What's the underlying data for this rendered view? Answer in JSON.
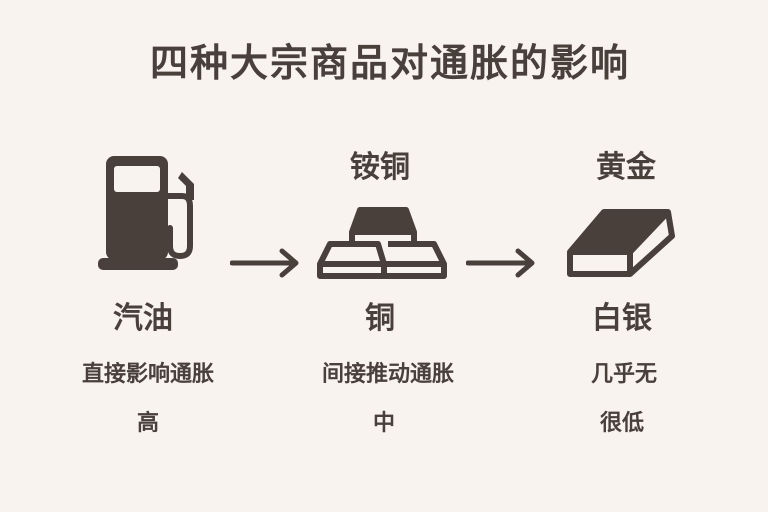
{
  "title": "四种大宗商品对通胀的影响",
  "commodities": [
    {
      "name": "汽油",
      "top_name": "",
      "icon": "fuel-pump-icon",
      "effect": "直接影响通胀",
      "level": "高"
    },
    {
      "name": "铜",
      "top_name": "铵铜",
      "icon": "stacked-ingots-icon",
      "effect": "间接推动通胀",
      "level": "中"
    },
    {
      "name": "白银",
      "top_name": "黄金",
      "icon": "gold-bar-icon",
      "effect": "几乎无",
      "level": "很低"
    }
  ],
  "colors": {
    "background": "#f8f3ee",
    "ink": "#4a403b"
  }
}
